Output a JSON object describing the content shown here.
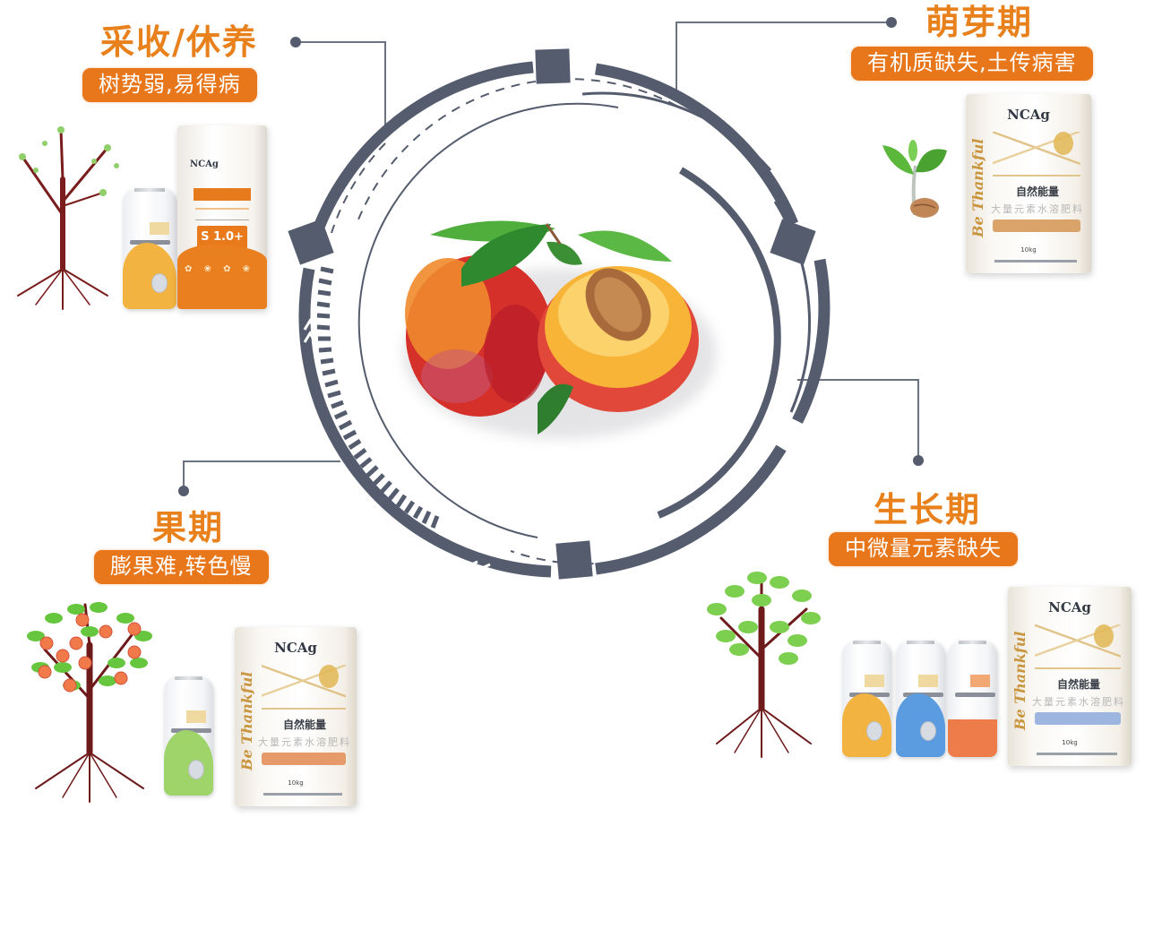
{
  "diagram": {
    "topic": "Peach growth cycle — problems and fertilizer solutions",
    "center_image": "peach-illustration",
    "colors": {
      "accent_orange": "#e8801c",
      "badge_orange": "#e8761a",
      "ring_slate": "#545c6e",
      "connector_gray": "#6b7280"
    },
    "stages": [
      {
        "id": "harvest",
        "title": "采收/休养",
        "problem": "树势弱,易得病",
        "tree": "bare-tree-with-buds",
        "products": [
          "bottle-orange",
          "bag-orange"
        ],
        "bag_big_text": "S 1.0+"
      },
      {
        "id": "sprout",
        "title": "萌芽期",
        "problem": "有机质缺失,土传病害",
        "tree": "seedling-sprout",
        "products": [
          "bag-beige"
        ],
        "bag_brand": "NCAg",
        "bag_script": "Be Thankful",
        "bag_product": "自然能量",
        "bag_type": "大量元素水溶肥料",
        "bag_weight": "10kg"
      },
      {
        "id": "fruit",
        "title": "果期",
        "problem": "膨果难,转色慢",
        "tree": "fruiting-peach-tree",
        "products": [
          "bottle-green",
          "bag-beige"
        ],
        "bag_brand": "NCAg",
        "bag_script": "Be Thankful",
        "bag_product": "自然能量",
        "bag_type": "大量元素水溶肥料",
        "bag_weight": "10kg"
      },
      {
        "id": "growth",
        "title": "生长期",
        "problem": "中微量元素缺失",
        "tree": "leafy-tree",
        "products": [
          "bottle-orange",
          "bottle-blue",
          "bottle-red",
          "bag-beige"
        ],
        "bag_brand": "NCAg",
        "bag_script": "Be Thankful",
        "bag_product": "自然能量",
        "bag_type": "大量元素水溶肥料",
        "bag_weight": "10kg"
      }
    ]
  }
}
